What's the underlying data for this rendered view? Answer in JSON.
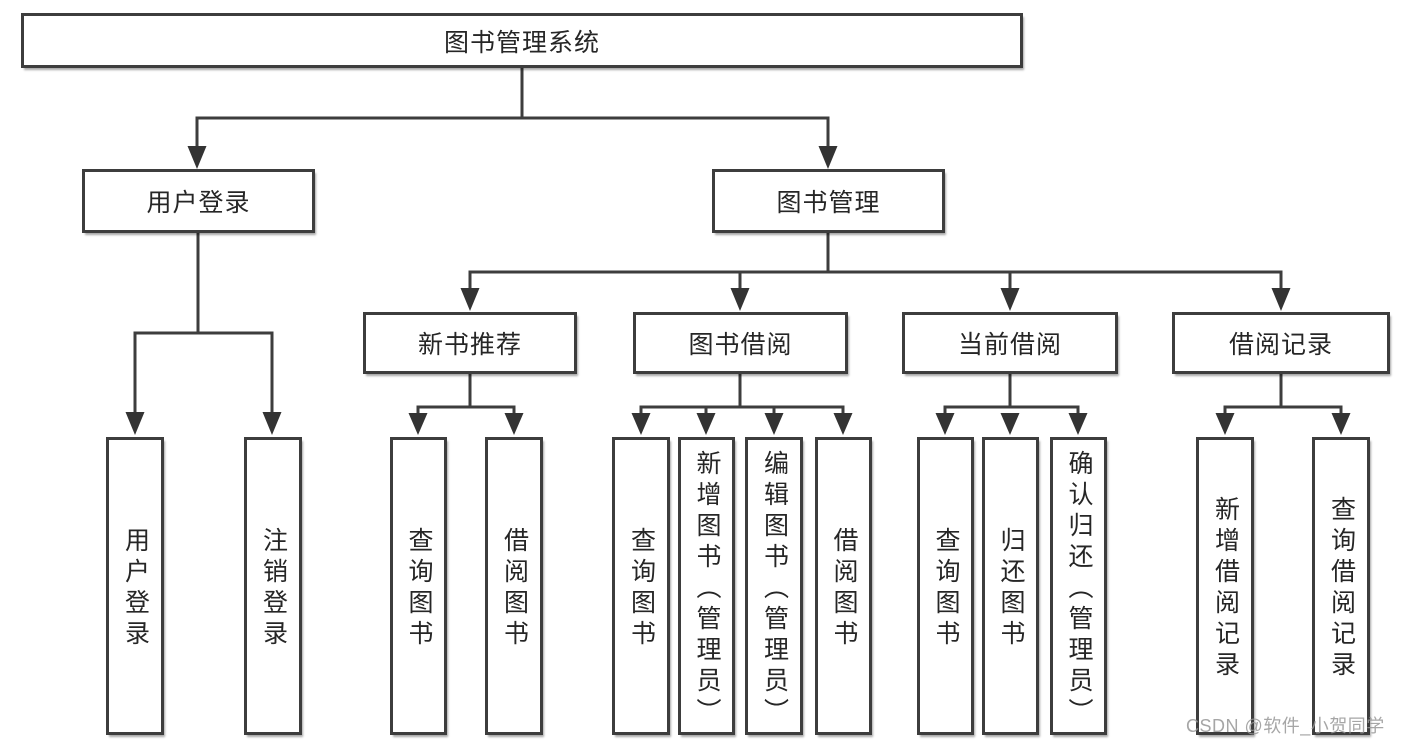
{
  "colors": {
    "line": "#3d3d3d",
    "box_border": "#3d3d3d",
    "box_fill": "#ffffff",
    "text": "#262626",
    "watermark": "#969696",
    "background": "#ffffff"
  },
  "watermark": {
    "text": "CSDN @软件_小贺同学"
  },
  "tree": {
    "label": "图书管理系统",
    "children": [
      {
        "label": "用户登录",
        "children": [
          {
            "label": "用户登录"
          },
          {
            "label": "注销登录"
          }
        ]
      },
      {
        "label": "图书管理",
        "children": [
          {
            "label": "新书推荐",
            "children": [
              {
                "label": "查询图书"
              },
              {
                "label": "借阅图书"
              }
            ]
          },
          {
            "label": "图书借阅",
            "children": [
              {
                "label": "查询图书"
              },
              {
                "label": "新增图书（管理员）"
              },
              {
                "label": "编辑图书（管理员）"
              },
              {
                "label": "借阅图书"
              }
            ]
          },
          {
            "label": "当前借阅",
            "children": [
              {
                "label": "查询图书"
              },
              {
                "label": "归还图书"
              },
              {
                "label": "确认归还（管理员）"
              }
            ]
          },
          {
            "label": "借阅记录",
            "children": [
              {
                "label": "新增借阅记录"
              },
              {
                "label": "查询借阅记录"
              }
            ]
          }
        ]
      }
    ]
  }
}
